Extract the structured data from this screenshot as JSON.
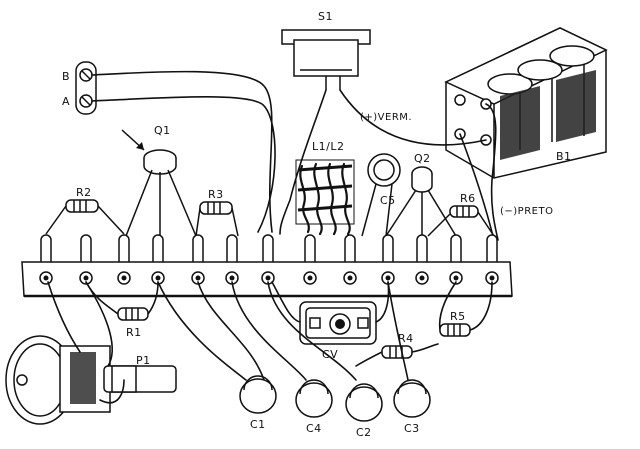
{
  "labels": {
    "switch": "S1",
    "battery": "B1",
    "coil": "L1/L2",
    "transistor1": "Q1",
    "transistor2": "Q2",
    "terminal_b": "B",
    "terminal_a": "A",
    "positive_lead": "(+)VERM.",
    "negative_lead": "(−)PRETO",
    "r1": "R1",
    "r2": "R2",
    "r3": "R3",
    "r4": "R4",
    "r5": "R5",
    "r6": "R6",
    "c1": "C1",
    "c2": "C2",
    "c3": "C3",
    "c4": "C4",
    "c5": "C5",
    "cv": "CV",
    "p1": "P1"
  },
  "colors": {
    "ink": "#111111",
    "paper": "#ffffff"
  }
}
